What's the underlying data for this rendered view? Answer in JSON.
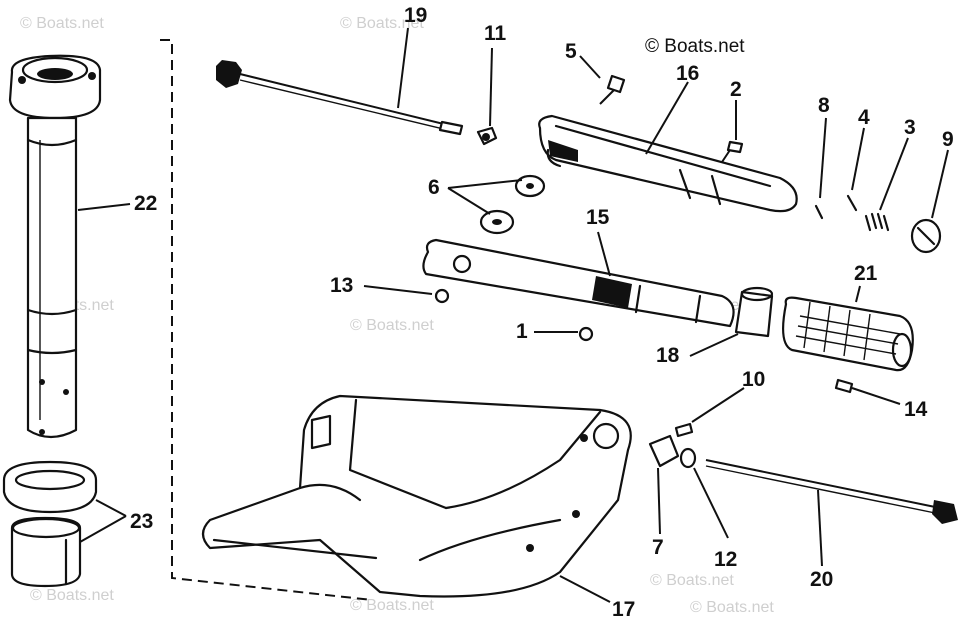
{
  "copyright": "© Boats.net",
  "watermark": "© Boats.net",
  "callouts": {
    "c1": "1",
    "c2": "2",
    "c3": "3",
    "c4": "4",
    "c5": "5",
    "c6": "6",
    "c7": "7",
    "c8": "8",
    "c9": "9",
    "c10": "10",
    "c11": "11",
    "c12": "12",
    "c13": "13",
    "c14": "14",
    "c15": "15",
    "c16": "16",
    "c17": "17",
    "c18": "18",
    "c19": "19",
    "c20": "20",
    "c21": "21",
    "c22": "22",
    "c23": "23"
  }
}
